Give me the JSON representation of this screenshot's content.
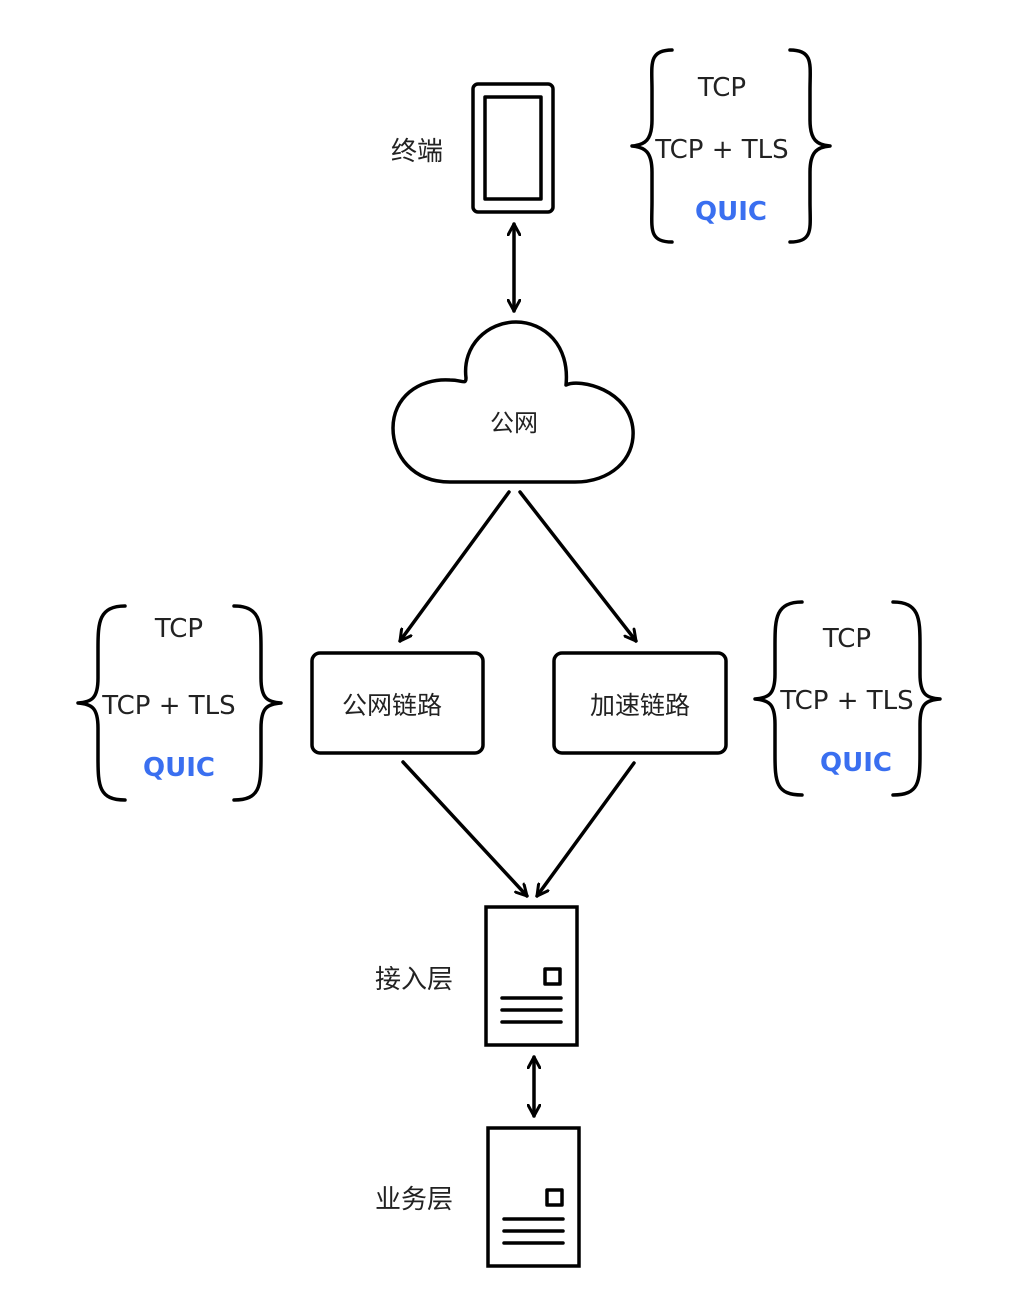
{
  "nodes": {
    "terminal": {
      "label": "终端"
    },
    "public_net": {
      "label": "公网"
    },
    "public_link": {
      "label": "公网链路"
    },
    "accel_link": {
      "label": "加速链路"
    },
    "access_layer": {
      "label": "接入层"
    },
    "business_layer": {
      "label": "业务层"
    }
  },
  "protocol_groups": [
    {
      "items": [
        "TCP",
        "TCP + TLS",
        "QUIC"
      ]
    },
    {
      "items": [
        "TCP",
        "TCP + TLS",
        "QUIC"
      ]
    },
    {
      "items": [
        "TCP",
        "TCP + TLS",
        "QUIC"
      ]
    }
  ],
  "colors": {
    "stroke": "#000000",
    "text": "#222222",
    "quic_accent": "#3a6ff0"
  },
  "icons": {
    "terminal": "phone-icon",
    "public_net": "cloud-icon",
    "access_layer": "server-icon",
    "business_layer": "server-icon"
  }
}
